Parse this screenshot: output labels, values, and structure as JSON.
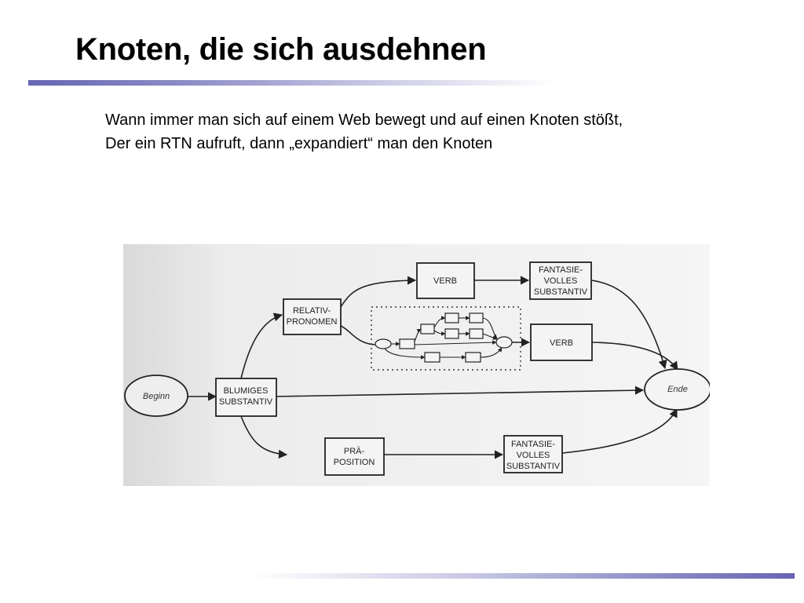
{
  "slide": {
    "title": "Knoten, die sich ausdehnen",
    "text_lines": [
      "Wann immer man sich auf einem Web bewegt und auf einen Knoten stößt,",
      "Der ein RTN aufruft, dann „expandiert“ man den Knoten"
    ]
  },
  "diagram": {
    "start_node": "Beginn",
    "end_node": "Ende",
    "nodes": {
      "blumiges_substantiv": [
        "BLUMIGES",
        "SUBSTANTIV"
      ],
      "relativ_pronomen": [
        "RELATIV-",
        "PRONOMEN"
      ],
      "verb_top": "VERB",
      "fantasie_top": [
        "FANTASIE-",
        "VOLLES",
        "SUBSTANTIV"
      ],
      "verb_mid": "VERB",
      "praeposition": [
        "PRÄ-",
        "POSITION"
      ],
      "fantasie_bottom": [
        "FANTASIE-",
        "VOLLES",
        "SUBSTANTIV"
      ]
    }
  },
  "colors": {
    "accent": "#6666b3",
    "figure_background": "#f2f2f2"
  }
}
